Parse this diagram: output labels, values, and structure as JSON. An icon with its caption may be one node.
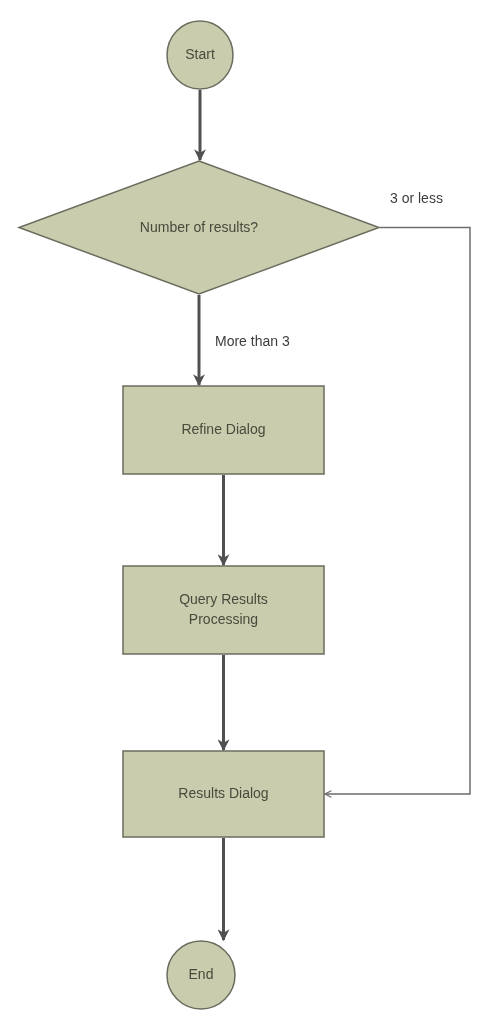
{
  "diagram": {
    "nodes": [
      {
        "text": [
          "Start"
        ]
      },
      {
        "text": [
          "Number of results?"
        ]
      },
      {
        "text": [
          "Refine Dialog"
        ]
      },
      {
        "text": [
          "Query Results Processing"
        ]
      },
      {
        "text": [
          "Results Dialog"
        ]
      },
      {
        "text": [
          "End"
        ]
      }
    ],
    "edges": [
      {
        "from": 0,
        "to": 1,
        "arrow": "to"
      },
      {
        "from": 1,
        "to": 2,
        "arrow": "to",
        "label": "More than 3"
      },
      {
        "from": 2,
        "to": 3,
        "arrow": "to"
      },
      {
        "from": 3,
        "to": 4,
        "arrow": "to"
      },
      {
        "from": 4,
        "to": 5,
        "arrow": "to"
      },
      {
        "from": 1,
        "to": 4,
        "arrow": "to",
        "label": "3 or less",
        "color": "#6e6e6e"
      }
    ]
  }
}
